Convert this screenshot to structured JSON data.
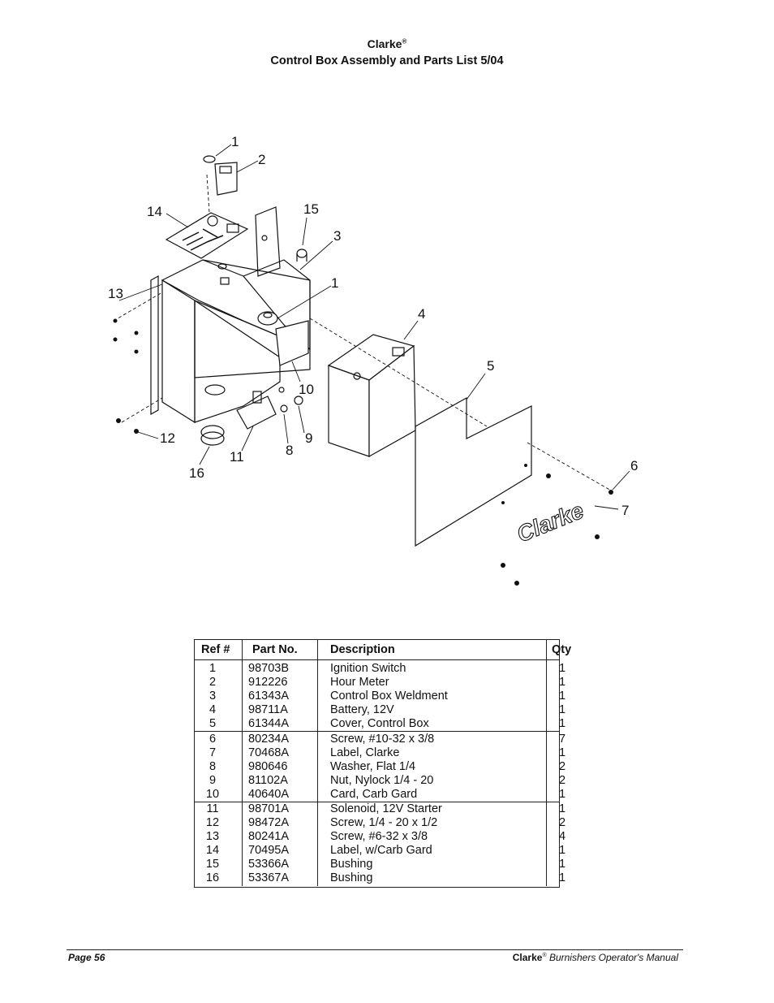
{
  "header": {
    "brand": "Clarke",
    "brand_mark": "®",
    "title": "Control Box Assembly and Parts List  5/04"
  },
  "diagram": {
    "callouts": [
      "1",
      "2",
      "14",
      "15",
      "3",
      "1",
      "13",
      "4",
      "5",
      "10",
      "12",
      "9",
      "8",
      "11",
      "16",
      "6",
      "7"
    ],
    "logo_text": "Clarke"
  },
  "parts_table": {
    "headers": [
      "Ref #",
      "Part No.",
      "Description",
      "Qty"
    ],
    "rows": [
      [
        "1",
        "98703B",
        "Ignition Switch",
        "1"
      ],
      [
        "2",
        "912226",
        "Hour Meter",
        "1"
      ],
      [
        "3",
        "61343A",
        "Control Box Weldment",
        "1"
      ],
      [
        "4",
        "98711A",
        "Battery, 12V",
        "1"
      ],
      [
        "5",
        "61344A",
        "Cover, Control Box",
        "1"
      ],
      [
        "6",
        "80234A",
        "Screw, #10-32 x 3/8",
        "7"
      ],
      [
        "7",
        "70468A",
        "Label, Clarke",
        "1"
      ],
      [
        "8",
        "980646",
        "Washer, Flat 1/4",
        "2"
      ],
      [
        "9",
        "81102A",
        "Nut, Nylock 1/4 - 20",
        "2"
      ],
      [
        "10",
        "40640A",
        "Card, Carb Gard",
        "1"
      ],
      [
        "11",
        "98701A",
        "Solenoid, 12V Starter",
        "1"
      ],
      [
        "12",
        "98472A",
        "Screw, 1/4 - 20 x 1/2",
        "2"
      ],
      [
        "13",
        "80241A",
        "Screw, #6-32 x 3/8",
        "4"
      ],
      [
        "14",
        "70495A",
        "Label, w/Carb Gard",
        "1"
      ],
      [
        "15",
        "53366A",
        "Bushing",
        "1"
      ],
      [
        "16",
        "53367A",
        "Bushing",
        "1"
      ]
    ]
  },
  "footer": {
    "page_label": "Page  56",
    "manual_brand": "Clarke",
    "manual_mark": "®",
    "manual_title": " Burnishers Operator's  Manual"
  }
}
